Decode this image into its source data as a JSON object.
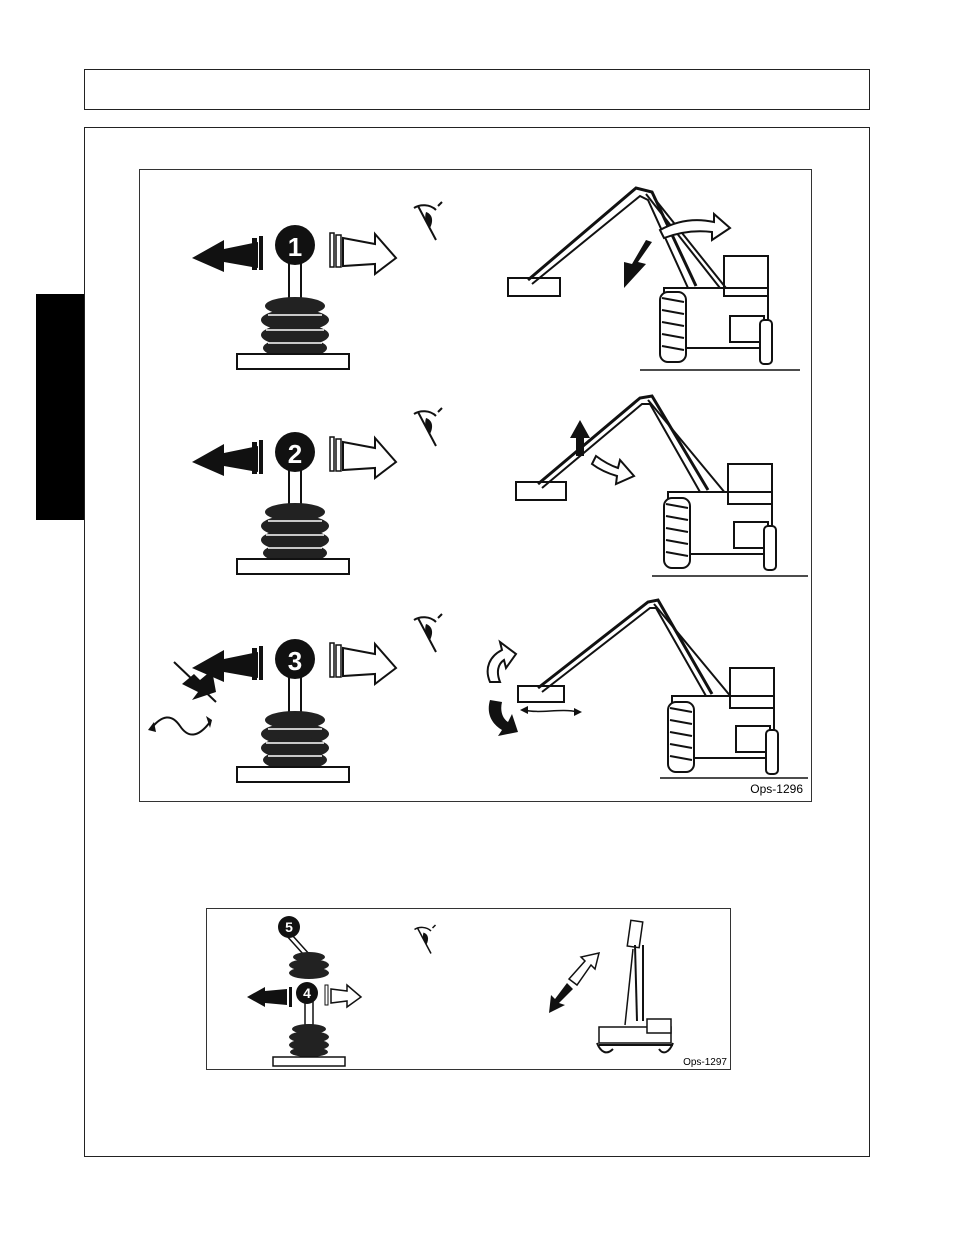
{
  "page": {
    "header_text": "",
    "section_tab_text": ""
  },
  "figure1": {
    "ref": "Ops-1296",
    "steps": [
      {
        "number": "1"
      },
      {
        "number": "2"
      },
      {
        "number": "3"
      }
    ]
  },
  "figure2": {
    "ref": "Ops-1297",
    "steps": [
      {
        "number": "5"
      },
      {
        "number": "4"
      }
    ]
  },
  "colors": {
    "ink": "#111111",
    "tab": "#000000",
    "paper": "#ffffff"
  },
  "icons": [
    "joystick-icon",
    "bellows-icon",
    "eye-icon",
    "boom-mower-illustration",
    "arrow-left-filled-icon",
    "arrow-right-outline-icon",
    "float-wave-icon"
  ]
}
